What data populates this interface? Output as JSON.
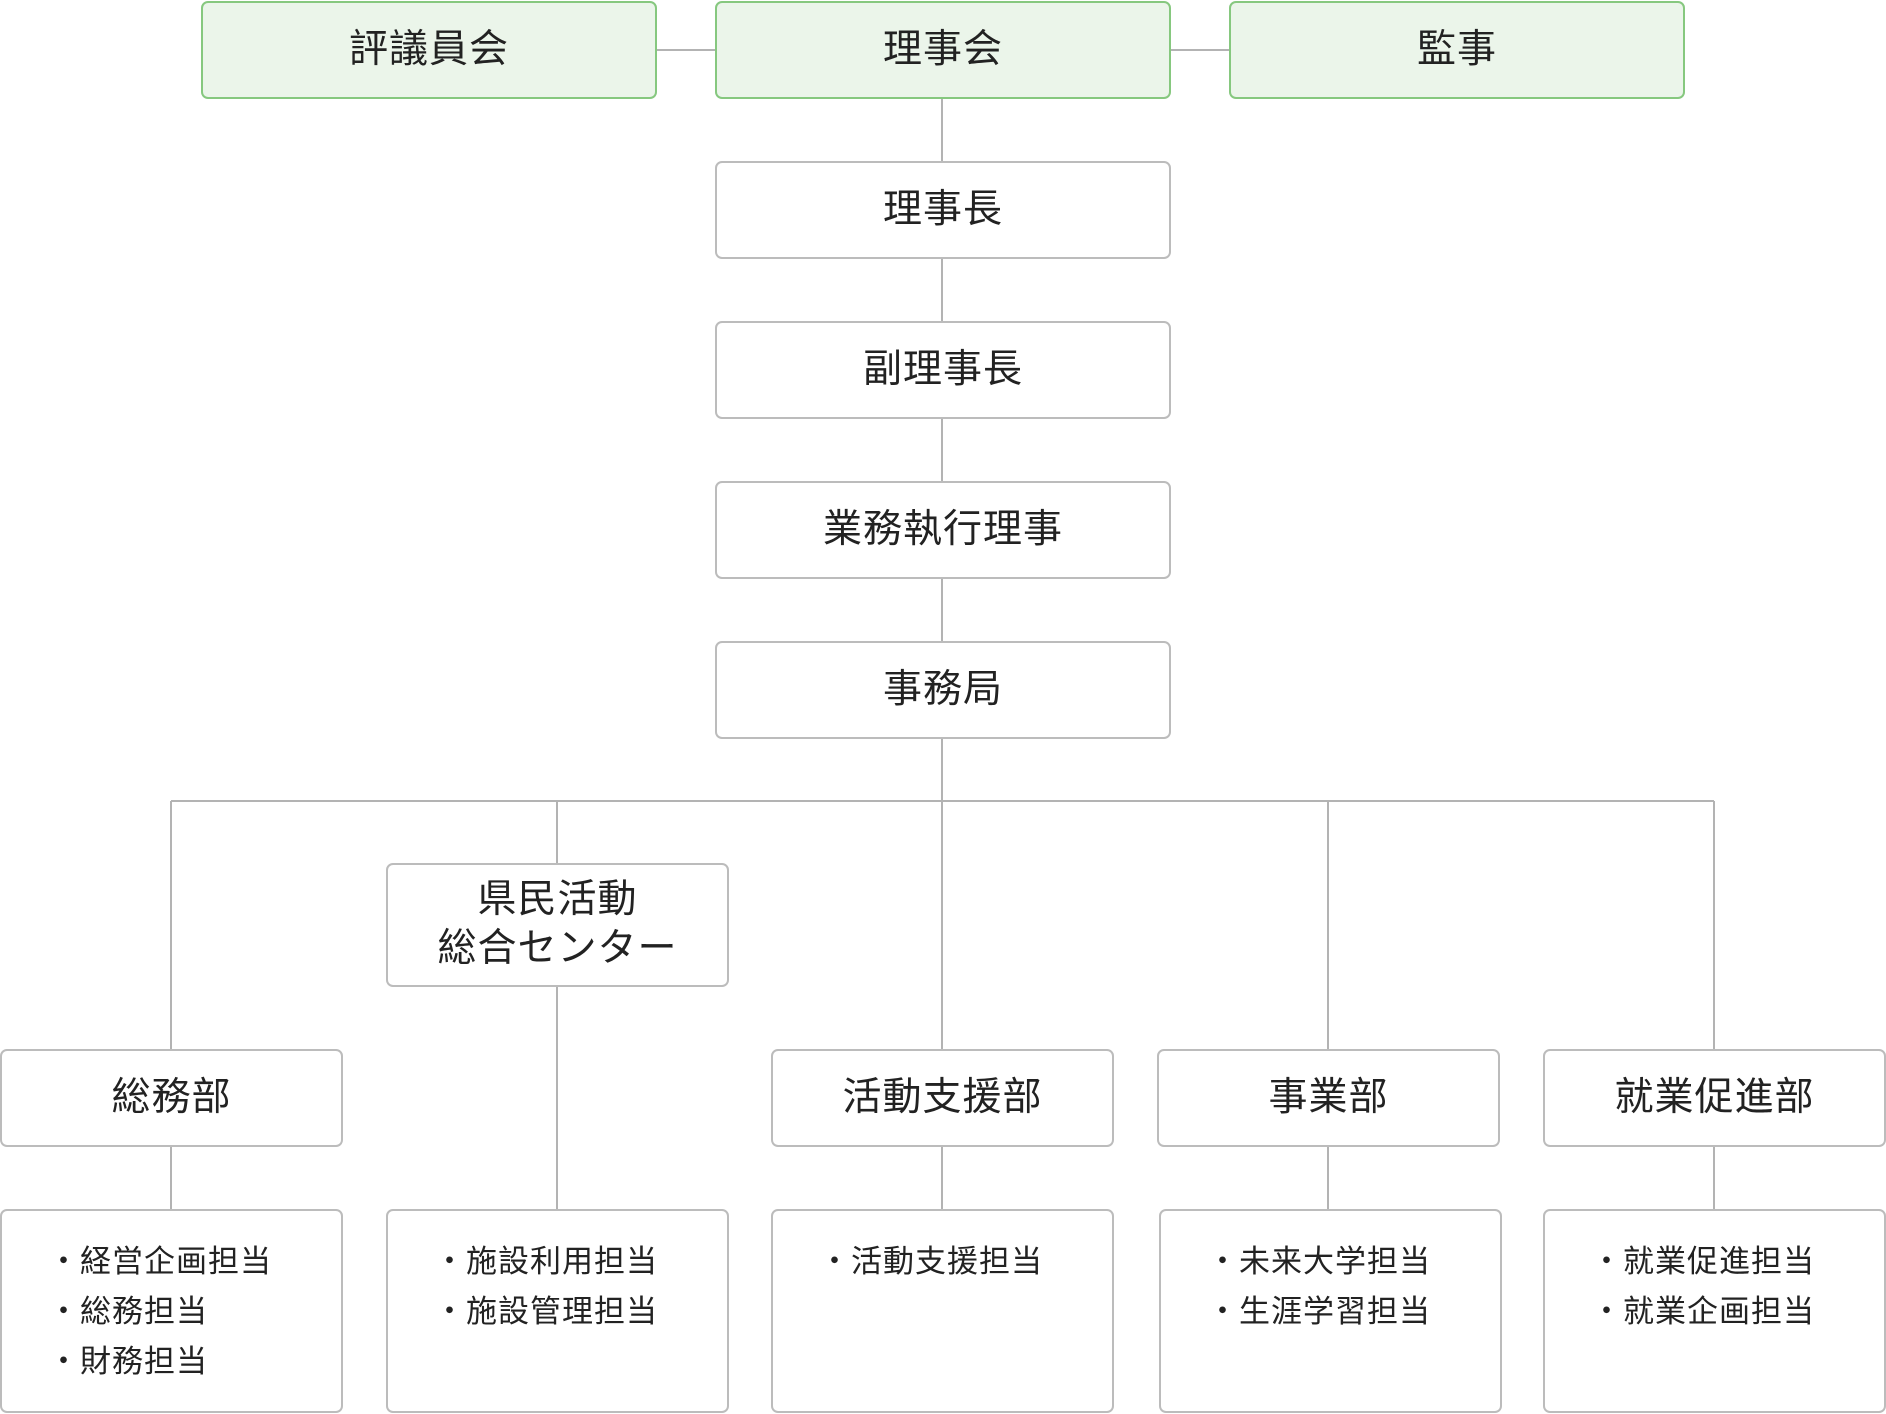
{
  "colors": {
    "governance_fill": "#ebf5ea",
    "governance_border": "#86c87f",
    "box_border": "#bcbcbc",
    "line": "#b3b3b3"
  },
  "governance": {
    "councillors": "評議員会",
    "board": "理事会",
    "auditor": "監事"
  },
  "chain": {
    "chairman": "理事長",
    "vice_chairman": "副理事長",
    "executive_director": "業務執行理事",
    "secretariat": "事務局"
  },
  "departments": {
    "general_affairs": {
      "name": "総務部",
      "duties": [
        "経営企画担当",
        "総務担当",
        "財務担当"
      ]
    },
    "center": {
      "name": "県民活動\n総合センター",
      "duties": [
        "施設利用担当",
        "施設管理担当"
      ]
    },
    "activity_support": {
      "name": "活動支援部",
      "duties": [
        "活動支援担当"
      ]
    },
    "business": {
      "name": "事業部",
      "duties": [
        "未来大学担当",
        "生涯学習担当"
      ]
    },
    "employment": {
      "name": "就業促進部",
      "duties": [
        "就業促進担当",
        "就業企画担当"
      ]
    }
  }
}
